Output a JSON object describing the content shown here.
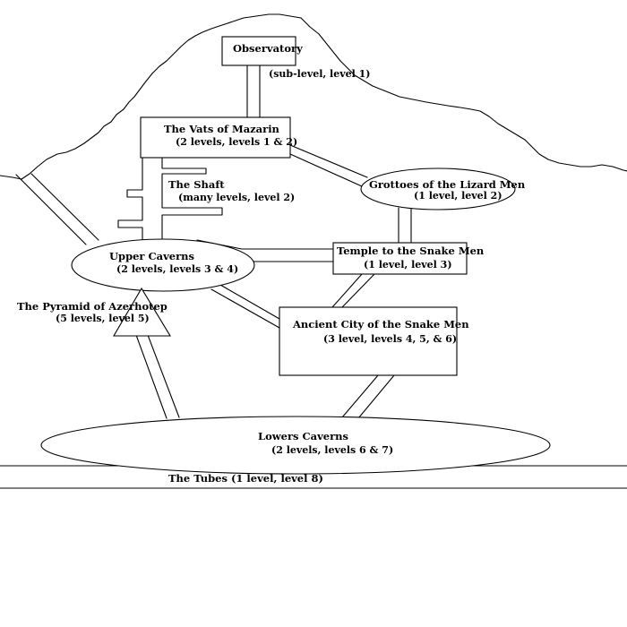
{
  "nodes": {
    "observatory": {
      "title": "Observatory",
      "detail": "(sub-level, level 1)"
    },
    "vats": {
      "title": "The Vats of Mazarin",
      "detail": "(2 levels, levels 1 & 2)"
    },
    "shaft": {
      "title": "The Shaft",
      "detail": "(many levels, level 2)"
    },
    "grottoes": {
      "title": "Grottoes of the Lizard Men",
      "detail": "(1 level, level 2)"
    },
    "upper_caverns": {
      "title": "Upper Caverns",
      "detail": "(2 levels, levels 3 & 4)"
    },
    "temple": {
      "title": "Temple to the Snake Men",
      "detail": "(1 level, level 3)"
    },
    "pyramid": {
      "title": "The Pyramid of Azerhotep",
      "detail": "(5 levels, level 5)"
    },
    "ancient_city": {
      "title": "Ancient City of the Snake Men",
      "detail": "(3 level, levels 4, 5, & 6)"
    },
    "lower_caverns": {
      "title": "Lowers Caverns",
      "detail": "(2 levels, levels 6 & 7)"
    },
    "tubes": {
      "title": "The Tubes (1 level, level 8)"
    }
  }
}
